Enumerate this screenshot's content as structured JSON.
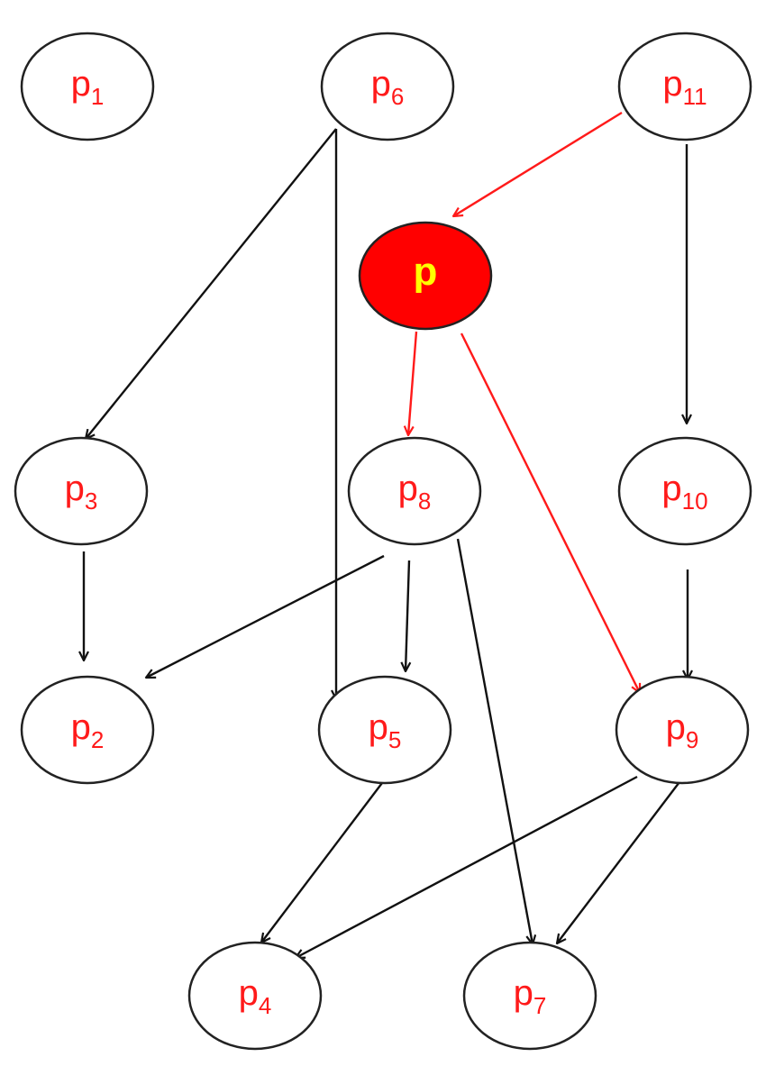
{
  "colors": {
    "node_label": "#ff1a1a",
    "edge_default": "#111111",
    "edge_highlight": "#ff1a1a",
    "highlight_fill": "#ff0000",
    "highlight_label": "#ffff00"
  },
  "nodes": [
    {
      "id": "p1",
      "base": "p",
      "sub": "1"
    },
    {
      "id": "p6",
      "base": "p",
      "sub": "6"
    },
    {
      "id": "p11",
      "base": "p",
      "sub": "11"
    },
    {
      "id": "p",
      "base": "p",
      "sub": "",
      "highlight": true
    },
    {
      "id": "p3",
      "base": "p",
      "sub": "3"
    },
    {
      "id": "p8",
      "base": "p",
      "sub": "8"
    },
    {
      "id": "p10",
      "base": "p",
      "sub": "10"
    },
    {
      "id": "p2",
      "base": "p",
      "sub": "2"
    },
    {
      "id": "p5",
      "base": "p",
      "sub": "5"
    },
    {
      "id": "p9",
      "base": "p",
      "sub": "9"
    },
    {
      "id": "p4",
      "base": "p",
      "sub": "4"
    },
    {
      "id": "p7",
      "base": "p",
      "sub": "7"
    }
  ],
  "edges": [
    {
      "from": "p6",
      "to": "p3"
    },
    {
      "from": "p6",
      "to": "p5"
    },
    {
      "from": "p11",
      "to": "p",
      "highlight": true
    },
    {
      "from": "p11",
      "to": "p10"
    },
    {
      "from": "p",
      "to": "p8",
      "highlight": true
    },
    {
      "from": "p",
      "to": "p9",
      "highlight": true
    },
    {
      "from": "p3",
      "to": "p2"
    },
    {
      "from": "p8",
      "to": "p2"
    },
    {
      "from": "p8",
      "to": "p5"
    },
    {
      "from": "p8",
      "to": "p7"
    },
    {
      "from": "p10",
      "to": "p9"
    },
    {
      "from": "p5",
      "to": "p4"
    },
    {
      "from": "p9",
      "to": "p4"
    },
    {
      "from": "p9",
      "to": "p7"
    }
  ]
}
